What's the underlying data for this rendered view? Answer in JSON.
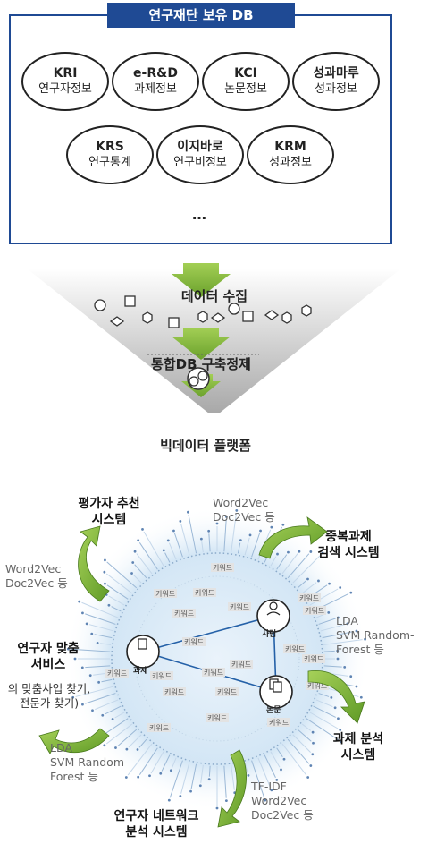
{
  "db_box": {
    "title": "연구재단 보유 DB",
    "items": [
      {
        "name": "KRI",
        "desc": "연구자정보"
      },
      {
        "name": "e-R&D",
        "desc": "과제정보"
      },
      {
        "name": "KCI",
        "desc": "논문정보"
      },
      {
        "name": "성과마루",
        "desc": "성과정보"
      },
      {
        "name": "KRS",
        "desc": "연구통계"
      },
      {
        "name": "이지바로",
        "desc": "연구비정보"
      },
      {
        "name": "KRM",
        "desc": "성과정보"
      }
    ],
    "ellipsis": "…"
  },
  "funnel": {
    "stage1": "데이터 수집",
    "stage2": "통합DB 구축정제",
    "stage3": "빅데이터 플랫폼"
  },
  "network": {
    "nodes": {
      "person": "사람",
      "project": "과제",
      "paper": "논문"
    },
    "keyword": "키워드",
    "keyword_count": 20,
    "systems": [
      {
        "name": "평가자 추천\n시스템"
      },
      {
        "name": "중복과제\n검색 시스템"
      },
      {
        "name": "연구자 맞춤\n서비스"
      },
      {
        "name": "과제 분석\n시스템"
      },
      {
        "name": "연구자 네트워크\n분석 시스템"
      }
    ],
    "methods": {
      "top": "Word2Vec\nDoc2Vec 등",
      "left": "Word2Vec\nDoc2Vec 등",
      "right": "LDA\nSVM Random-\nForest 등",
      "left_bottom": "LDA\nSVM Random-\nForest 등",
      "bottom": "TF-IDF\nWord2Vec\nDoc2Vec 등"
    },
    "service_note": "의 맞춤사업 찾기,\n전문가 찾기)"
  },
  "colors": {
    "navy": "#1f4a94",
    "arrow_green": "#8cbf3f",
    "funnel_gray": "#d0d0d0"
  }
}
